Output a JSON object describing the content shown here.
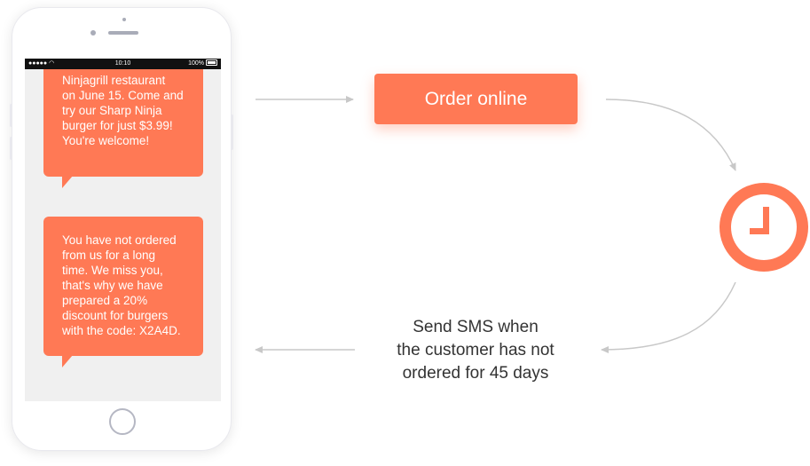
{
  "phone": {
    "status_bar": {
      "signal": "●●●●● ◠",
      "time": "10:10",
      "battery": "100%"
    },
    "messages": [
      {
        "text": "Ninjagrill restaurant\non June 15. Come and\ntry our Sharp Ninja\nburger for just $3.99!\nYou're welcome!"
      },
      {
        "text": "You have not ordered\nfrom us for a long\ntime. We miss you,\nthat's why we have\nprepared a 20%\ndiscount for burgers\nwith the code: X2A4D."
      }
    ]
  },
  "flow": {
    "order_label": "Order online",
    "sms_caption": "Send SMS when\nthe customer has not\nordered for 45 days"
  },
  "colors": {
    "accent": "#ff7955",
    "arrow": "#c8c8c8",
    "text": "#333333"
  },
  "icons": {
    "clock": "clock-icon"
  }
}
